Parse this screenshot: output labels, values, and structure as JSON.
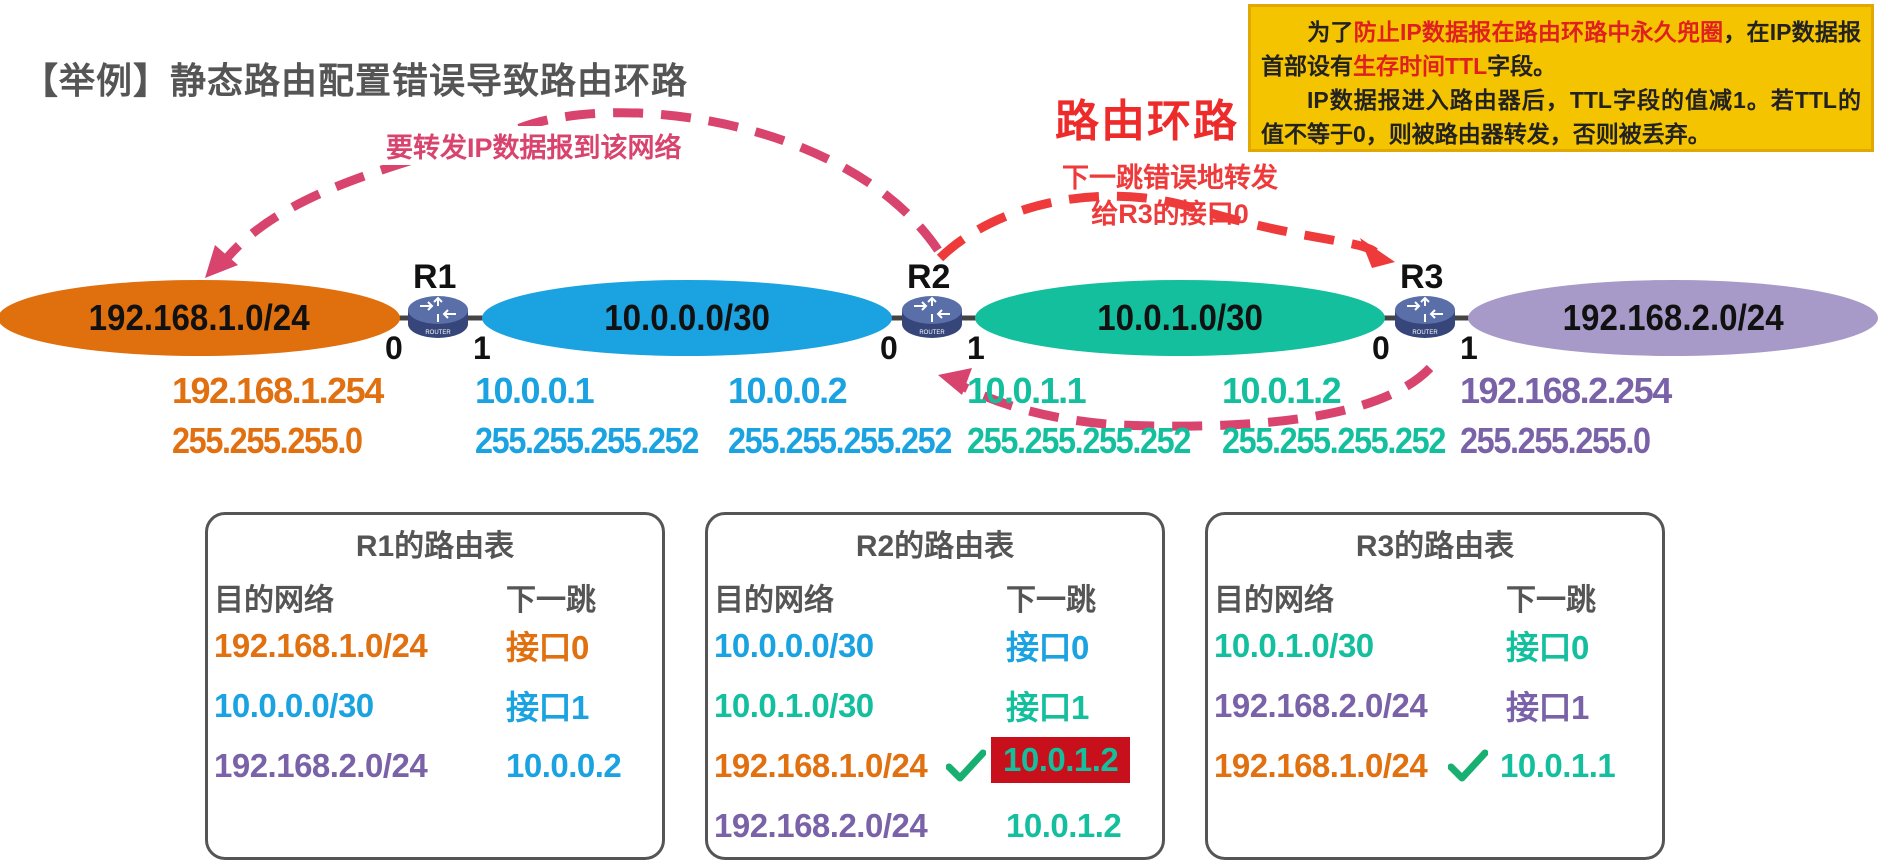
{
  "title": "【举例】静态路由配置错误导致路由环路",
  "info": {
    "p1_a": "为了",
    "p1_b": "防止IP数据报在路由环路中永久兜圈",
    "p1_c": "，在IP数据报首部设有",
    "p1_d": "生存时间TTL",
    "p1_e": "字段。",
    "p2": "IP数据报进入路由器后，TTL字段的值减1。若TTL的值不等于0，则被路由器转发，否则被丢弃。"
  },
  "loop_title": "路由环路",
  "hop_note": [
    "下一跳错误地转发",
    "给R3的接口0"
  ],
  "forward_note": "要转发IP数据报到该网络",
  "networks": [
    "192.168.1.0/24",
    "10.0.0.0/30",
    "10.0.1.0/30",
    "192.168.2.0/24"
  ],
  "routers": [
    "R1",
    "R2",
    "R3"
  ],
  "ports": {
    "r1": [
      "0",
      "1"
    ],
    "r2": [
      "0",
      "1"
    ],
    "r3": [
      "0",
      "1"
    ]
  },
  "addresses": [
    {
      "ip": "192.168.1.254",
      "mask": "255.255.255.0"
    },
    {
      "ip": "10.0.0.1",
      "mask": "255.255.255.252"
    },
    {
      "ip": "10.0.0.2",
      "mask": "255.255.255.252"
    },
    {
      "ip": "10.0.1.1",
      "mask": "255.255.255.252"
    },
    {
      "ip": "10.0.1.2",
      "mask": "255.255.255.252"
    },
    {
      "ip": "192.168.2.254",
      "mask": "255.255.255.0"
    }
  ],
  "tables": [
    {
      "title": "R1的路由表",
      "col_dest": "目的网络",
      "col_hop": "下一跳",
      "rows": [
        {
          "dest": "192.168.1.0/24",
          "hop": "接口0"
        },
        {
          "dest": "10.0.0.0/30",
          "hop": "接口1"
        },
        {
          "dest": "192.168.2.0/24",
          "hop": "10.0.0.2"
        }
      ]
    },
    {
      "title": "R2的路由表",
      "col_dest": "目的网络",
      "col_hop": "下一跳",
      "rows": [
        {
          "dest": "10.0.0.0/30",
          "hop": "接口0"
        },
        {
          "dest": "10.0.1.0/30",
          "hop": "接口1"
        },
        {
          "dest": "192.168.1.0/24",
          "hop": "10.0.1.2"
        },
        {
          "dest": "192.168.2.0/24",
          "hop": "10.0.1.2"
        }
      ]
    },
    {
      "title": "R3的路由表",
      "col_dest": "目的网络",
      "col_hop": "下一跳",
      "rows": [
        {
          "dest": "10.0.1.0/30",
          "hop": "接口0"
        },
        {
          "dest": "192.168.2.0/24",
          "hop": "接口1"
        },
        {
          "dest": "192.168.1.0/24",
          "hop": "10.0.1.1"
        }
      ]
    }
  ],
  "router_icon_text": "ROUTER",
  "colors": {
    "orange": "#e07010",
    "blue": "#1aa3e0",
    "teal": "#14bf9e",
    "purple": "#7a62a8",
    "red": "#ee2b2b",
    "highlight": "#c8101c"
  }
}
